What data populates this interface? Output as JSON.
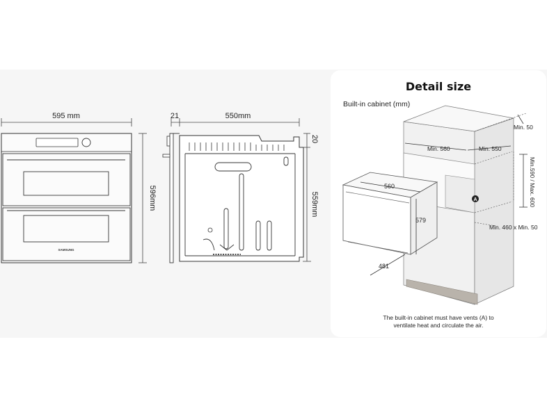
{
  "front_view": {
    "width_label": "595 mm",
    "height_label": "596mm",
    "brand": "SAMSUNG"
  },
  "side_view": {
    "depth_front_label": "21",
    "depth_label": "550mm",
    "top_offset_label": "20",
    "height_label": "559mm"
  },
  "detail": {
    "title": "Detail size",
    "subtitle": "Built-in cabinet (mm)",
    "min_top_gap": "Min. 50",
    "min_width": "Min. 560",
    "min_depth": "Min. 550",
    "height_range": "Min.590 / Max. 600",
    "vent_opening": "Min. 460 x Min. 50",
    "oven_width": "560",
    "oven_height": "579",
    "oven_depth": "481",
    "vent_marker": "A",
    "note_line1": "The built-in cabinet must have vents (A) to",
    "note_line2": "ventilate heat and circulate the air."
  }
}
